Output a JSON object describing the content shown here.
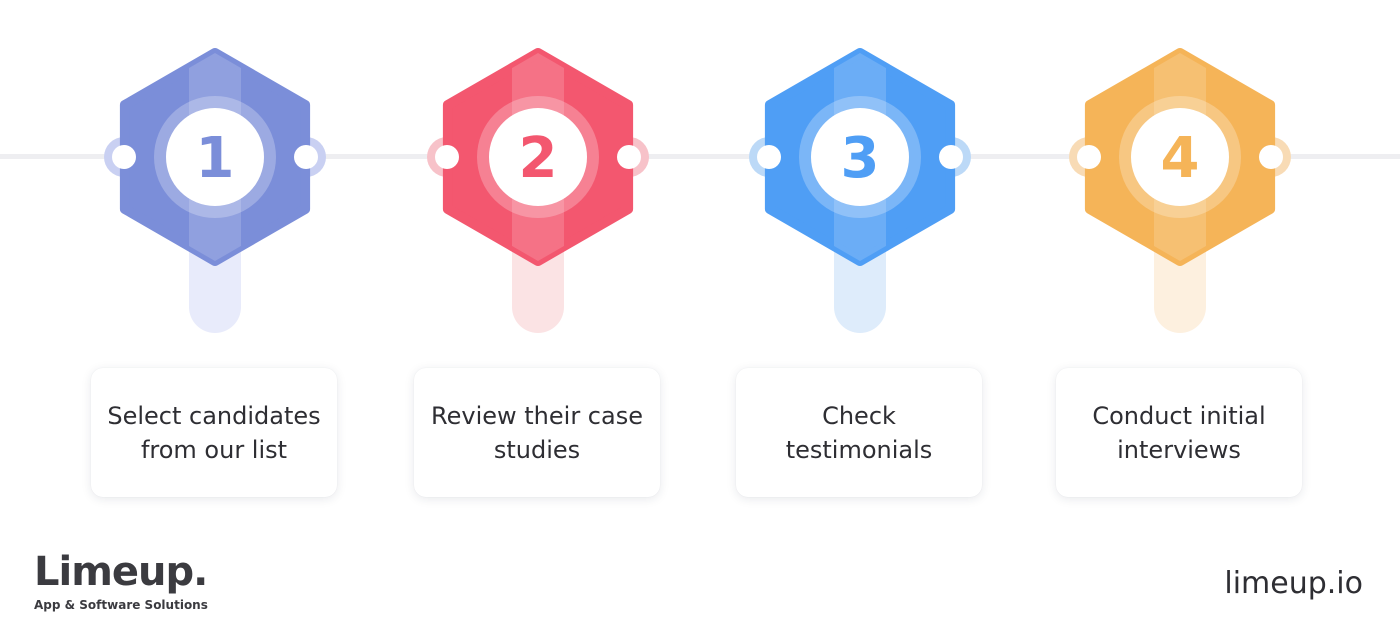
{
  "steps": [
    {
      "number": "1",
      "label": "Select candidates from our list",
      "color": "#7b8ed9",
      "tint": "#e8ebfb",
      "ring": "#c9d0f2"
    },
    {
      "number": "2",
      "label": "Review their case studies",
      "color": "#f3576f",
      "tint": "#fbe3e4",
      "ring": "#f7c2c9"
    },
    {
      "number": "3",
      "label": "Check testimonials",
      "color": "#4f9ef5",
      "tint": "#deecfb",
      "ring": "#bcd9f7"
    },
    {
      "number": "4",
      "label": "Conduct initial interviews",
      "color": "#f5b458",
      "tint": "#fdf0df",
      "ring": "#f8dbb5"
    }
  ],
  "brand": {
    "name": "Limeup.",
    "tagline": "App & Software Solutions",
    "url": "limeup.io",
    "text_color": "#3b3b40"
  }
}
